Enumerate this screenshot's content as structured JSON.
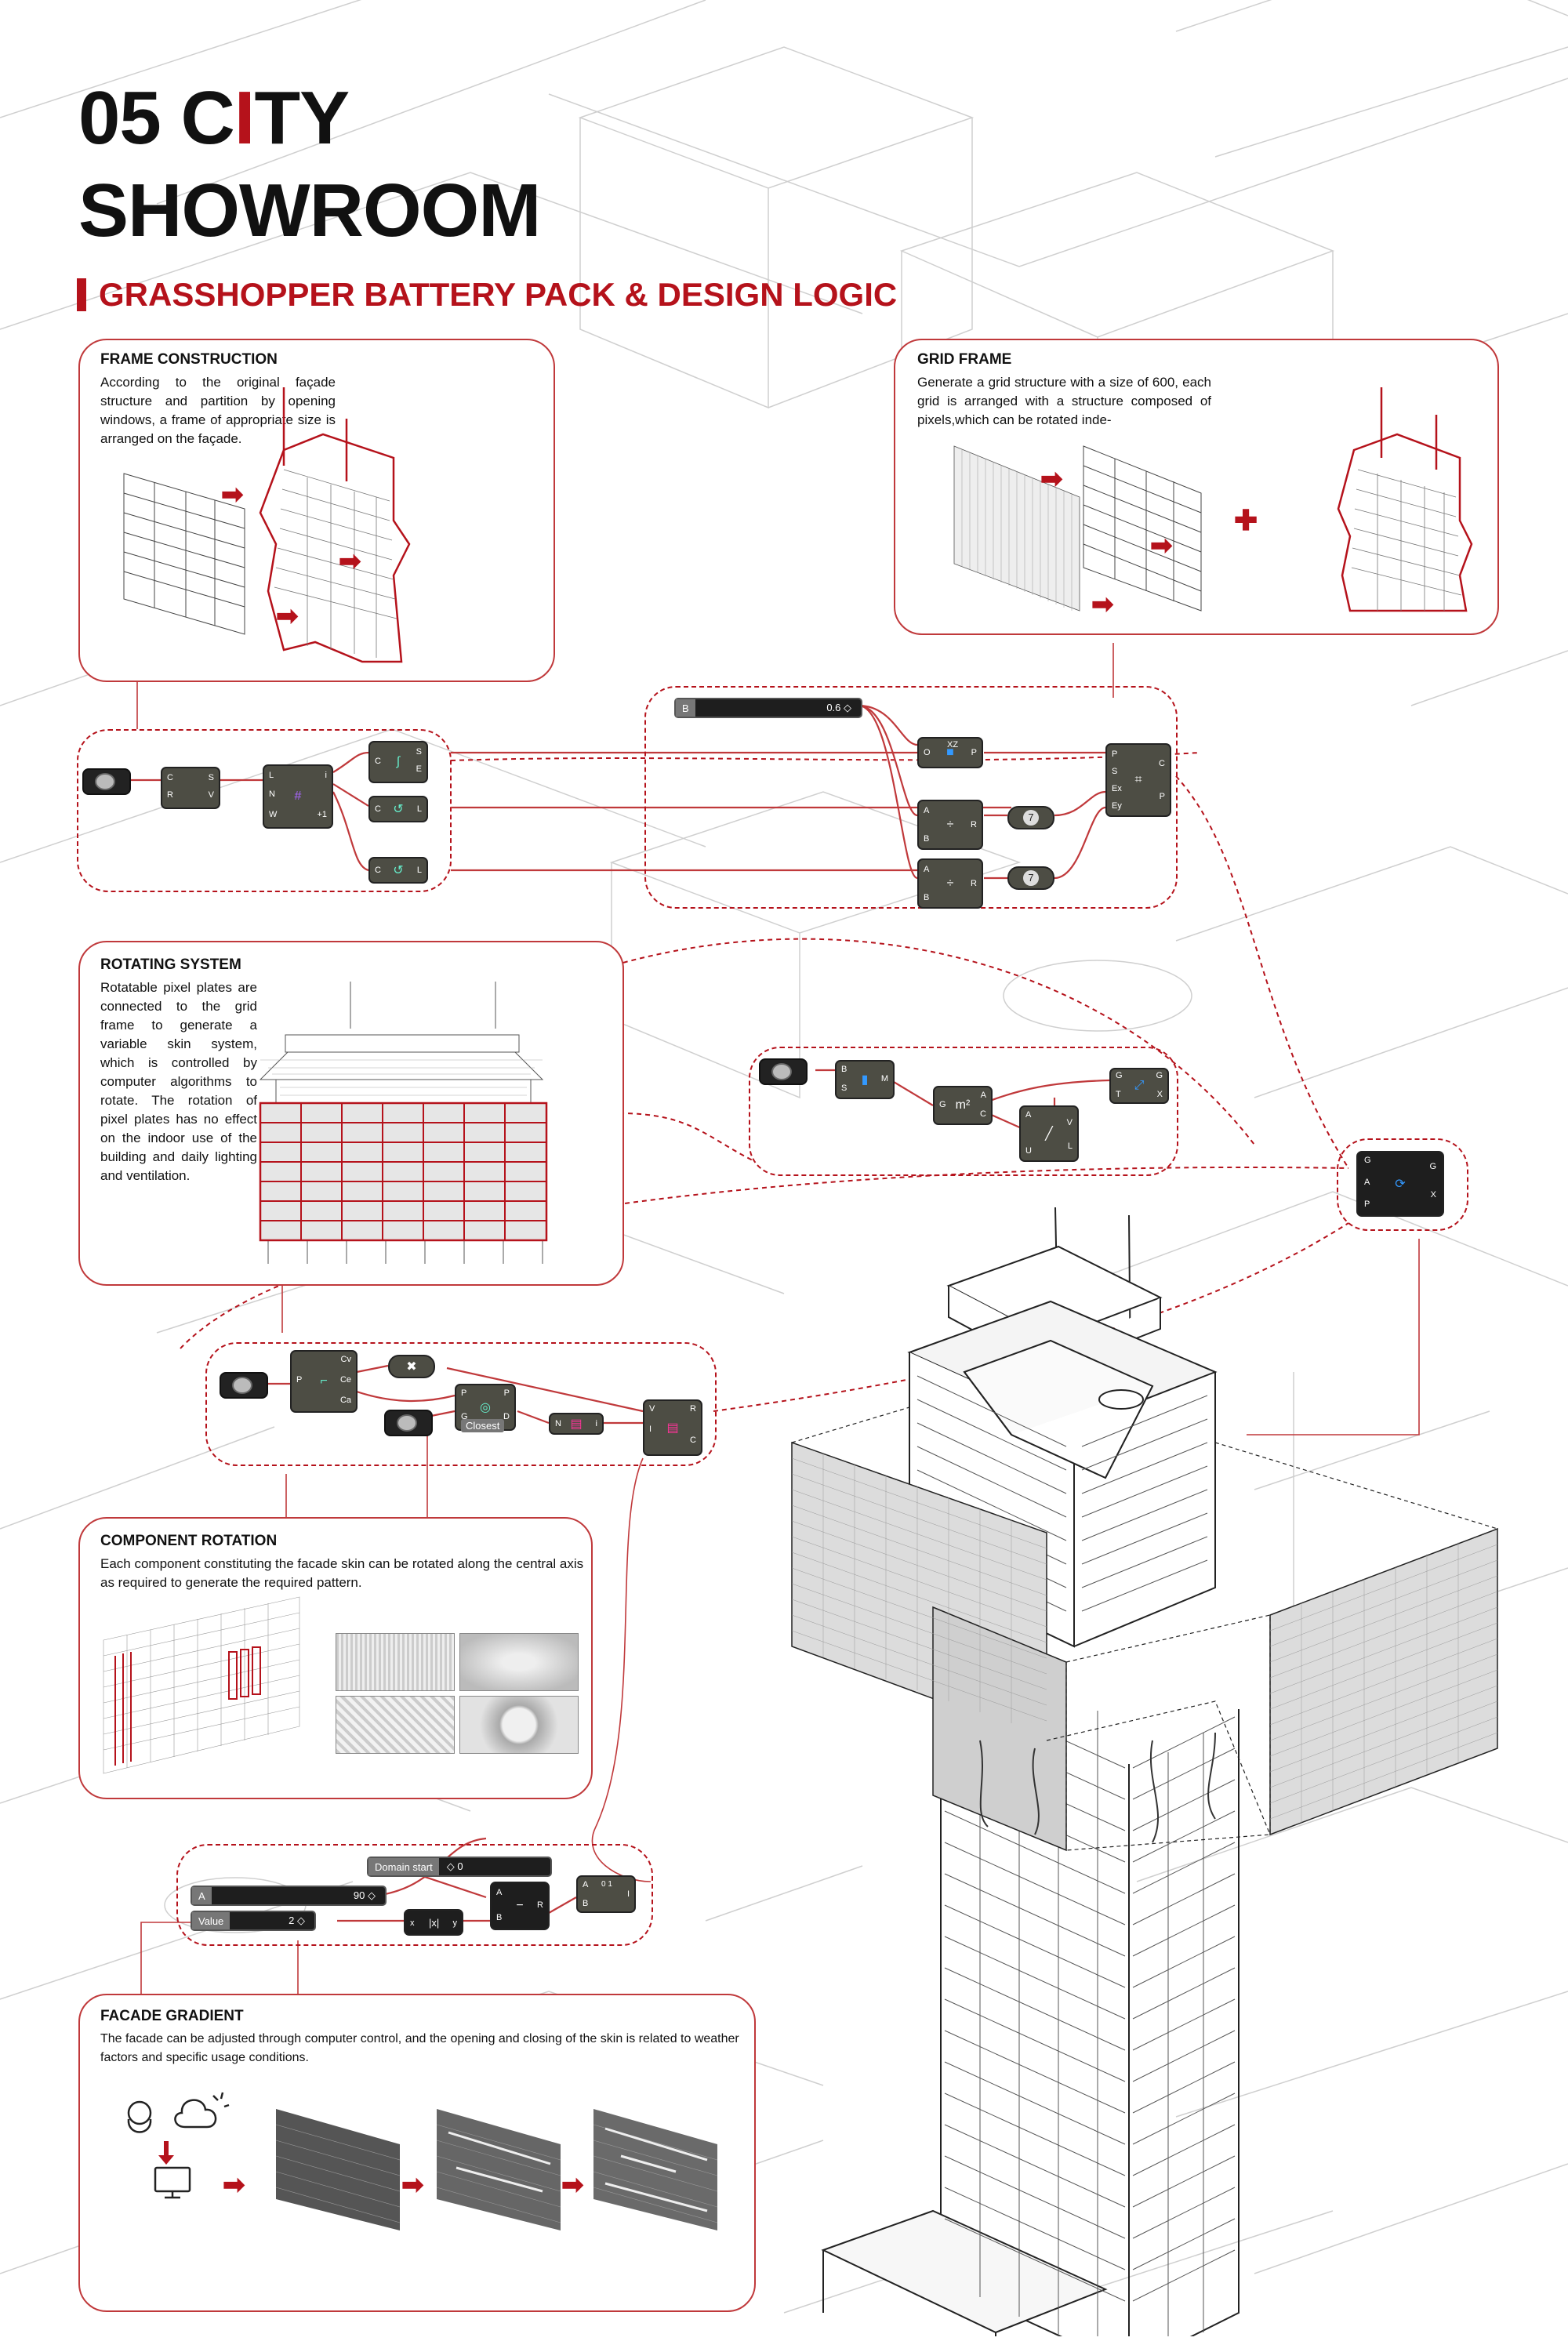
{
  "title": {
    "line1_pre": "05 C",
    "line1_red": "I",
    "line1_post": "TY",
    "line2": "SHOWROOM"
  },
  "subtitle": "GRASSHOPPER BATTERY PACK & DESIGN LOGIC",
  "panels": {
    "frame": {
      "heading": "FRAME CONSTRUCTION",
      "text": "According to the original façade structure and partition by opening windows, a frame of appropriate size is arranged on the façade."
    },
    "grid": {
      "heading": "GRID FRAME",
      "text": "Generate a grid structure with a size of 600, each grid is arranged with a structure composed of pixels,which can be rotated inde-"
    },
    "rotating": {
      "heading": "ROTATING SYSTEM",
      "text": "Rotatable pixel plates are connected to the grid frame to generate a variable skin system, which is controlled by computer algorithms to rotate. The rotation of pixel plates has no effect on the indoor use of the building and daily lighting and ventilation."
    },
    "component": {
      "heading": "COMPONENT ROTATION",
      "text": "Each component constituting the facade skin can be rotated along the central axis as required to generate the required pattern."
    },
    "gradient": {
      "heading": "FACADE GRADIENT",
      "text": "The facade can be adjusted through computer control, and the opening and closing of the skin is related to weather factors and specific usage conditions."
    }
  },
  "grasshopper": {
    "slider_b": {
      "label": "B",
      "value": "0.6 ◇"
    },
    "number_7a": "7",
    "number_7b": "7",
    "closest_label": "Closest",
    "domain_start": {
      "label": "Domain start",
      "value": "◇ 0"
    },
    "slider_a": {
      "label": "A",
      "value": "90 ◇"
    },
    "slider_value": {
      "label": "Value",
      "value": "2 ◇"
    },
    "node_io": {
      "csv_c": "C",
      "csv_r": "R",
      "csv_s": "S",
      "csv_v": "V",
      "div_l": "L",
      "div_n": "N",
      "div_w": "W",
      "div_i": "i",
      "div_plus": "+1",
      "crv1_c": "C",
      "crv1_s": "S",
      "crv1_e": "E",
      "crv2_c": "C",
      "crv2_l": "L",
      "crv3_c": "C",
      "crv3_l": "L",
      "pl_o": "O",
      "pl_xz": "XZ",
      "pl_p": "P",
      "ab1_a": "A",
      "ab1_b": "B",
      "ab1_r": "R",
      "ab2_a": "A",
      "ab2_b": "B",
      "ab2_r": "R",
      "rect_p": "P",
      "rect_s": "S",
      "rect_ex": "Ex",
      "rect_ey": "Ey",
      "rect_c": "C",
      "rect_pp": "P",
      "bsm_b": "B",
      "bsm_s": "S",
      "bsm_m": "M",
      "area_g": "G",
      "area_a": "A",
      "area_c": "C",
      "ln_a": "A",
      "ln_u": "U",
      "ln_v": "V",
      "ln_l": "L",
      "tr_g": "G",
      "tr_t": "T",
      "tr_g2": "G",
      "tr_x": "X",
      "rot_g": "G",
      "rot_a": "A",
      "rot_p": "P",
      "rot_g2": "G",
      "rot_x": "X",
      "pc_p": "P",
      "pc_cv": "Cv",
      "pc_ce": "Ce",
      "pc_ca": "Ca",
      "cl_p": "P",
      "cl_g": "G",
      "cl_pp": "P",
      "cl_d": "D",
      "lst_n": "N",
      "lst_i": "i",
      "ri_v": "V",
      "ri_r": "R",
      "ri_i": "I",
      "ri_c": "C",
      "sub_a": "A",
      "sub_b": "B",
      "sub_r": "R",
      "mul_x": "x",
      "mul_y": "y",
      "mul_sym": "|x|",
      "rng_a": "A",
      "rng_b": "B",
      "rng_i": "I",
      "rng_01": "0 1"
    }
  },
  "colors": {
    "accent": "#b5121b",
    "panel_border": "#c0393b",
    "node": "#4d4d44"
  },
  "icons": [
    "weather-sensor-icon",
    "cloud-sun-icon",
    "monitor-icon",
    "arrow-right-icon"
  ]
}
